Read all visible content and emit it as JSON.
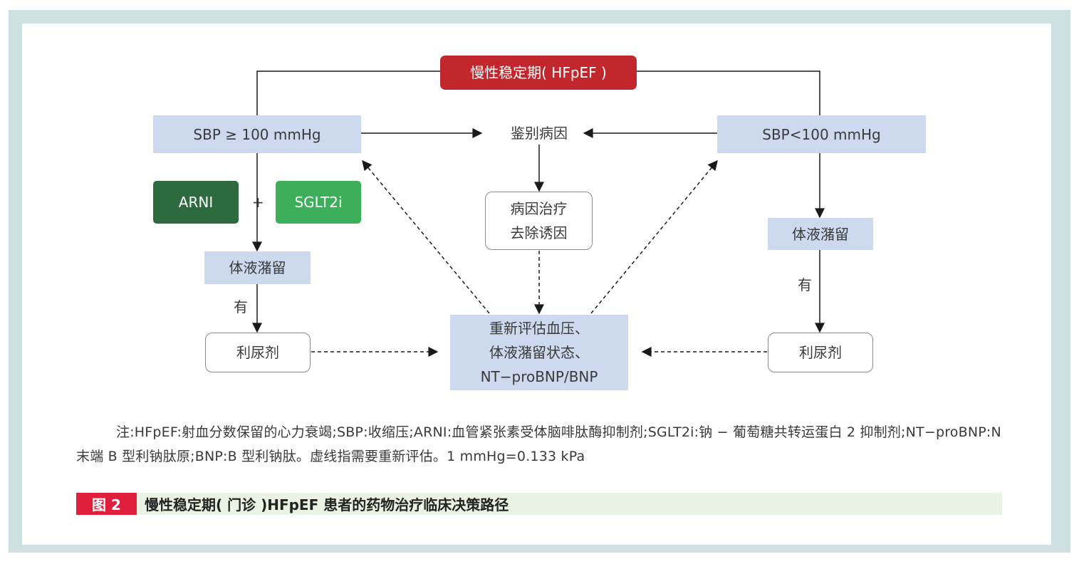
{
  "nodes": {
    "top": "慢性稳定期( HFpEF )",
    "sbp_high": "SBP ≥ 100 mmHg",
    "sbp_low": "SBP<100 mmHg",
    "diagnose": "鉴别病因",
    "arni": "ARNI",
    "plus": "+",
    "sglt2i": "SGLT2i",
    "etiology_line1": "病因治疗",
    "etiology_line2": "去除诱因",
    "fluid_left": "体液潴留",
    "fluid_right": "体液潴留",
    "yes_left": "有",
    "yes_right": "有",
    "diuretic_left": "利尿剂",
    "diuretic_right": "利尿剂",
    "reassess_line1": "重新评估血压、",
    "reassess_line2": "体液潴留状态、",
    "reassess_line3": "NT−proBNP/BNP"
  },
  "note": "注:HFpEF:射血分数保留的心力衰竭;SBP:收缩压;ARNI:血管紧张素受体脑啡肽酶抑制剂;SGLT2i:钠 − 葡萄糖共转运蛋白 2 抑制剂;NT−proBNP:N 末端 B 型利钠肽原;BNP:B 型利钠肽。虚线指需要重新评估。1 mmHg=0.133 kPa",
  "caption": {
    "tag": "图 2",
    "title": "慢性稳定期( 门诊 )HFpEF 患者的药物治疗临床决策路径"
  },
  "colors": {
    "frame": "#cfe0e3",
    "box_blue": "#ccd9ee",
    "box_red": "#c1272d",
    "box_dark_green": "#2d6a3e",
    "box_light_green": "#3dae5a",
    "caption_tag": "#e01f3d",
    "caption_bar": "#eaf3e3"
  }
}
